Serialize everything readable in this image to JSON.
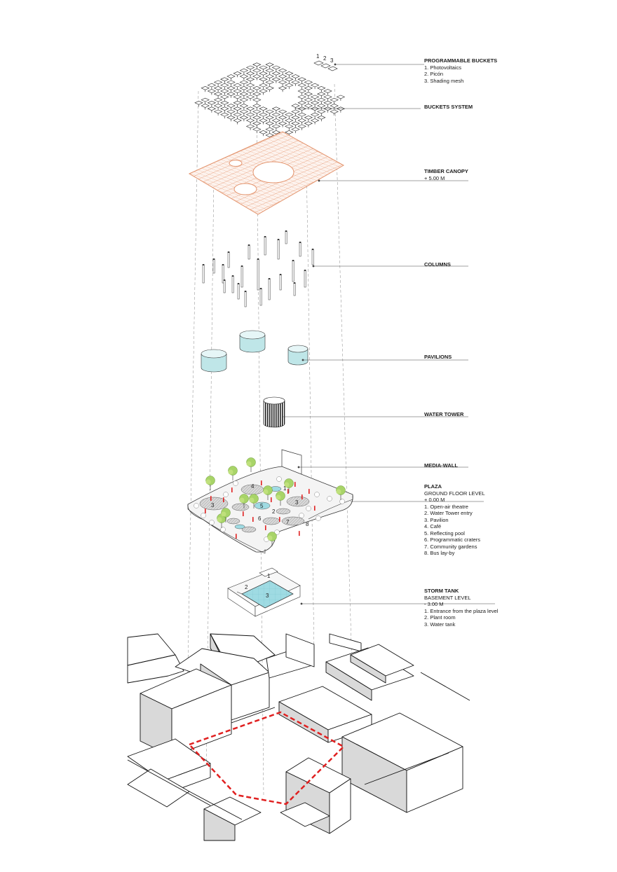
{
  "colors": {
    "canopy": "#e3936c",
    "glass": "#bfe6e8",
    "water": "#9fdbe3",
    "site_outline": "#e02020",
    "shadow": "#d9d9d9",
    "tree": "#a8d468",
    "leader": "#444444"
  },
  "labels": {
    "buckets": {
      "title": "PROGRAMMABLE BUCKETS",
      "items": [
        "1. Photovoltaics",
        "2. Picón",
        "3. Shading mesh"
      ],
      "markers": [
        "1",
        "2",
        "3"
      ]
    },
    "bucket_system": {
      "title": "BUCKETS SYSTEM"
    },
    "canopy": {
      "title": "TIMBER CANOPY",
      "level": "+ 5.00 M"
    },
    "columns": {
      "title": "COLUMNS"
    },
    "pavilions": {
      "title": "PAVILIONS"
    },
    "water_tower": {
      "title": "WATER TOWER"
    },
    "media_wall": {
      "title": "MEDIA-WALL"
    },
    "plaza": {
      "title": "PLAZA",
      "subtitle": "GROUND FLOOR LEVEL",
      "level": "+ 0.00 M",
      "items": [
        "1. Open-air theatre",
        "2. Water Tower entry",
        "3. Pavilion",
        "4. Café",
        "5. Reflecting pool",
        "6. Programmatic craters",
        "7. Community gardens",
        "8. Bus lay-by"
      ],
      "markers": [
        "3",
        "4",
        "5",
        "3",
        "6",
        "7",
        "8",
        "1",
        "2"
      ]
    },
    "storm_tank": {
      "title": "STORM TANK",
      "subtitle": "BASEMENT LEVEL",
      "level": "- 3.00 M",
      "items": [
        "1. Entrance from the plaza level",
        "2. Plant room",
        "3. Water tank"
      ],
      "markers": [
        "1",
        "2",
        "3"
      ]
    }
  }
}
